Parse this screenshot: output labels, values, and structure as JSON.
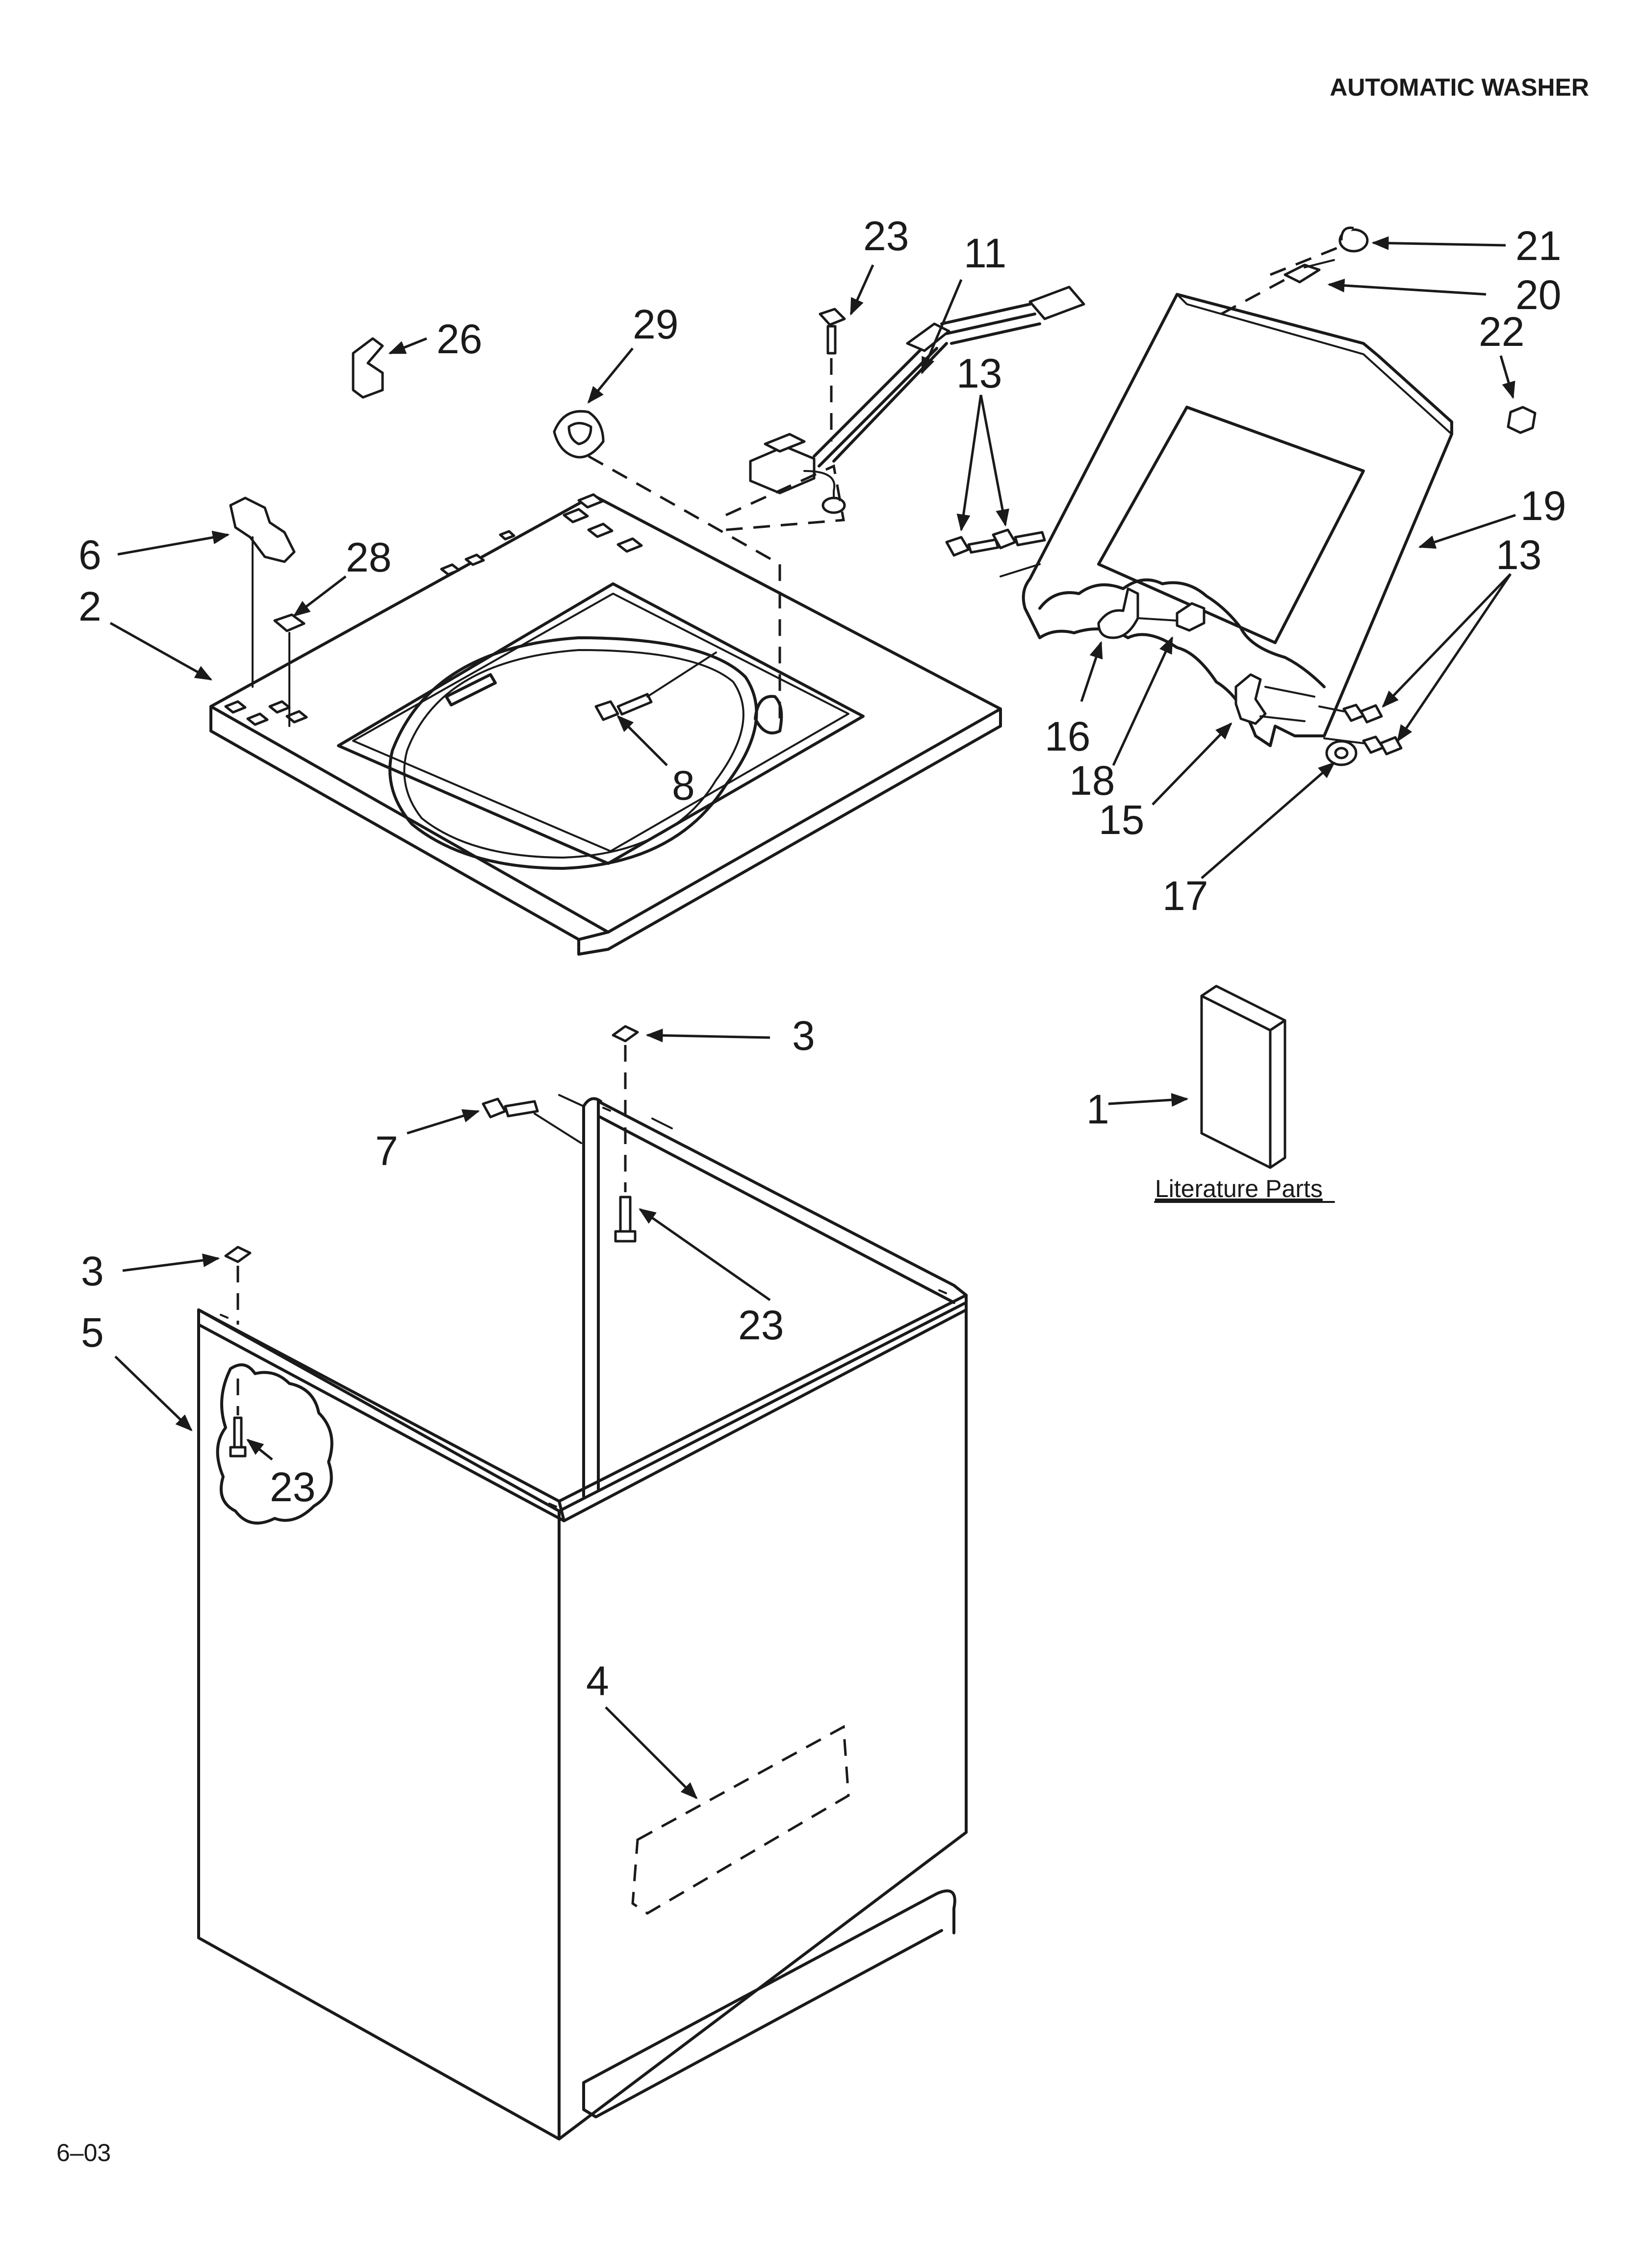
{
  "header": {
    "title": "AUTOMATIC WASHER"
  },
  "footer": {
    "page_code": "6–03"
  },
  "literature": {
    "label": "Literature Parts"
  },
  "callouts": {
    "c23a": "23",
    "c11": "11",
    "c21": "21",
    "c20": "20",
    "c22": "22",
    "c26": "26",
    "c29": "29",
    "c13a": "13",
    "c19": "19",
    "c13b": "13",
    "c6": "6",
    "c2": "2",
    "c28": "28",
    "c16": "16",
    "c18": "18",
    "c15": "15",
    "c17": "17",
    "c8": "8",
    "c3a": "3",
    "c1": "1",
    "c7": "7",
    "c3b": "3",
    "c23b": "23",
    "c5": "5",
    "c23c": "23",
    "c4": "4"
  },
  "colors": {
    "line": "#1a1a1a",
    "background": "#ffffff"
  }
}
